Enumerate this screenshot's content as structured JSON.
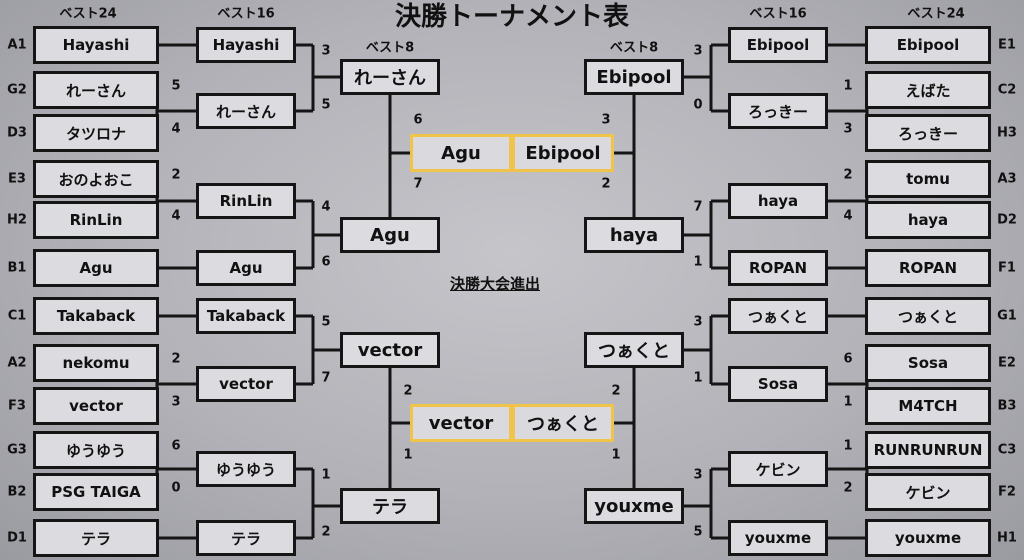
{
  "title": "決勝トーナメント表",
  "qualify_label": "決勝大会進出",
  "round_headers": {
    "best24": "ベスト24",
    "best16": "ベスト16",
    "best8": "ベスト8"
  },
  "colors": {
    "line": "#151515",
    "box_bg": "#dcdce0",
    "final_border": "#f0c44a"
  },
  "seeds": {
    "A1": "A1",
    "G2": "G2",
    "D3": "D3",
    "E3": "E3",
    "H2": "H2",
    "B1": "B1",
    "C1": "C1",
    "A2": "A2",
    "F3": "F3",
    "G3": "G3",
    "B2": "B2",
    "D1": "D1",
    "E1": "E1",
    "C2": "C2",
    "H3": "H3",
    "A3": "A3",
    "D2": "D2",
    "F1": "F1",
    "G1": "G1",
    "E2": "E2",
    "B3": "B3",
    "C3": "C3",
    "F2": "F2",
    "H1": "H1"
  },
  "left": {
    "r24": [
      "Hayashi",
      "れーさん",
      "タツロナ",
      "おのよおこ",
      "RinLin",
      "Agu",
      "Takaback",
      "nekomu",
      "vector",
      "ゆうゆう",
      "PSG TAIGA",
      "テラ"
    ],
    "r16": [
      "Hayashi",
      "れーさん",
      "RinLin",
      "Agu",
      "Takaback",
      "vector",
      "ゆうゆう",
      "テラ"
    ],
    "r8": [
      "れーさん",
      "Agu",
      "vector",
      "テラ"
    ],
    "final": [
      "Agu",
      "vector"
    ],
    "scores24": {
      "m1a": "5",
      "m1b": "4",
      "m2a": "2",
      "m2b": "4",
      "m3a": "2",
      "m3b": "3",
      "m4a": "6",
      "m4b": "0"
    },
    "scores16": {
      "p1a": "3",
      "p1b": "5",
      "p2a": "4",
      "p2b": "6",
      "p3a": "5",
      "p3b": "7",
      "p4a": "1",
      "p4b": "2"
    },
    "scores8": {
      "q1a": "6",
      "q1b": "7",
      "q2a": "2",
      "q2b": "1"
    }
  },
  "right": {
    "r24": [
      "Ebipool",
      "えばた",
      "ろっきー",
      "tomu",
      "haya",
      "ROPAN",
      "つぁくと",
      "Sosa",
      "M4TCH",
      "RUNRUNRUN",
      "ケビン",
      "youxme"
    ],
    "r16": [
      "Ebipool",
      "ろっきー",
      "haya",
      "ROPAN",
      "つぁくと",
      "Sosa",
      "ケビン",
      "youxme"
    ],
    "r8": [
      "Ebipool",
      "haya",
      "つぁくと",
      "youxme"
    ],
    "final": [
      "Ebipool",
      "つぁくと"
    ],
    "scores24": {
      "m1a": "1",
      "m1b": "3",
      "m2a": "2",
      "m2b": "4",
      "m3a": "6",
      "m3b": "1",
      "m4a": "1",
      "m4b": "2"
    },
    "scores16": {
      "p1a": "3",
      "p1b": "0",
      "p2a": "7",
      "p2b": "1",
      "p3a": "3",
      "p3b": "1",
      "p4a": "3",
      "p4b": "5"
    },
    "scores8": {
      "q1a": "3",
      "q1b": "2",
      "q2a": "2",
      "q2b": "1"
    }
  }
}
